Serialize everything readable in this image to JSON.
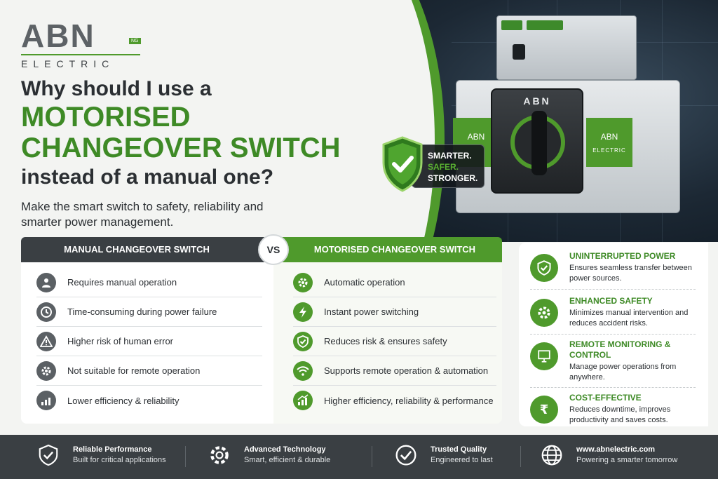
{
  "brand": {
    "name": "ABN",
    "badge": "NG",
    "sub": "ELECTRIC"
  },
  "headline": {
    "line1": "Why should I use a",
    "line2": "MOTORISED",
    "line3": "CHANGEOVER SWITCH",
    "line4": "instead of a manual one?"
  },
  "subheadline": "Make the smart switch to safety, reliability and smarter power management.",
  "badge": {
    "line1": "SMARTER.",
    "line2": "SAFER.",
    "line3": "STRONGER."
  },
  "device": {
    "front_logo": "ABN",
    "plate_name": "ABN",
    "plate_sub": "ELECTRIC"
  },
  "comparison": {
    "manual_title": "MANUAL CHANGEOVER SWITCH",
    "vs": "VS",
    "motorised_title": "MOTORISED CHANGEOVER SWITCH",
    "manual": [
      {
        "icon": "user-icon",
        "text": "Requires manual operation"
      },
      {
        "icon": "clock-icon",
        "text": "Time-consuming during power failure"
      },
      {
        "icon": "warning-icon",
        "text": "Higher risk of human error"
      },
      {
        "icon": "gear-icon",
        "text": "Not suitable for remote operation"
      },
      {
        "icon": "chart-icon",
        "text": "Lower efficiency & reliability"
      }
    ],
    "motorised": [
      {
        "icon": "gear-icon",
        "text": "Automatic operation"
      },
      {
        "icon": "bolt-icon",
        "text": "Instant power switching"
      },
      {
        "icon": "shield-check-icon",
        "text": "Reduces risk & ensures safety"
      },
      {
        "icon": "wifi-icon",
        "text": "Supports remote operation & automation"
      },
      {
        "icon": "chart-up-icon",
        "text": "Higher efficiency, reliability & performance"
      }
    ]
  },
  "benefits": [
    {
      "icon": "shield-check-icon",
      "title": "UNINTERRUPTED POWER",
      "desc": "Ensures seamless transfer between power sources."
    },
    {
      "icon": "gear-icon",
      "title": "ENHANCED SAFETY",
      "desc": "Minimizes manual intervention and reduces accident risks."
    },
    {
      "icon": "monitor-icon",
      "title": "REMOTE MONITORING & CONTROL",
      "desc": "Manage power operations from anywhere."
    },
    {
      "icon": "rupee-icon",
      "title": "COST-EFFECTIVE",
      "desc": "Reduces downtime, improves productivity and saves costs."
    }
  ],
  "footer": [
    {
      "icon": "shield-check-icon",
      "title": "Reliable Performance",
      "desc": "Built for critical applications"
    },
    {
      "icon": "gear-icon",
      "title": "Advanced Technology",
      "desc": "Smart, efficient & durable"
    },
    {
      "icon": "check-circle-icon",
      "title": "Trusted Quality",
      "desc": "Engineered to last"
    },
    {
      "icon": "globe-icon",
      "title": "www.abnelectric.com",
      "desc": "Powering a smarter tomorrow"
    }
  ],
  "colors": {
    "accent": "#4f9a2c",
    "dark": "#3a3f43",
    "text": "#2b2f33"
  }
}
